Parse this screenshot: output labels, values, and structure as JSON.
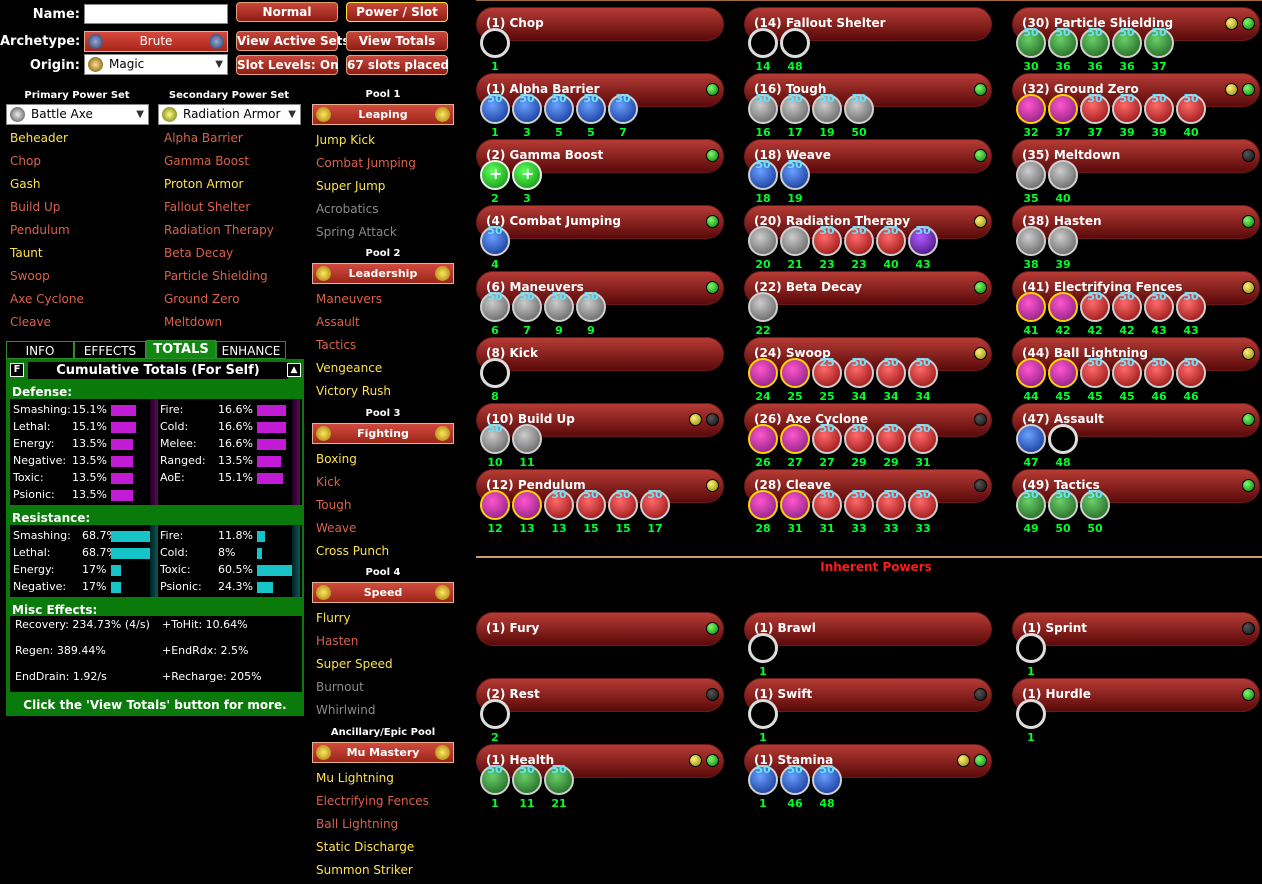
{
  "header": {
    "name_label": "Name:",
    "name_value": "",
    "archetype_label": "Archetype:",
    "archetype_value": "Brute",
    "origin_label": "Origin:",
    "origin_value": "Magic",
    "buttons": {
      "normal": "Normal",
      "power_slot": "Power / Slot",
      "view_active_sets": "View Active Sets",
      "view_totals": "View Totals",
      "slot_levels": "Slot Levels: On",
      "slots_placed": "67 slots placed"
    }
  },
  "powersets": {
    "primary_label": "Primary Power Set",
    "primary_value": "Battle Axe",
    "secondary_label": "Secondary Power Set",
    "secondary_value": "Radiation Armor",
    "primary_powers": [
      {
        "name": "Beheader",
        "state": "on"
      },
      {
        "name": "Chop",
        "state": "av"
      },
      {
        "name": "Gash",
        "state": "on"
      },
      {
        "name": "Build Up",
        "state": "av"
      },
      {
        "name": "Pendulum",
        "state": "av"
      },
      {
        "name": "Taunt",
        "state": "on"
      },
      {
        "name": "Swoop",
        "state": "av"
      },
      {
        "name": "Axe Cyclone",
        "state": "av"
      },
      {
        "name": "Cleave",
        "state": "av"
      }
    ],
    "secondary_powers": [
      {
        "name": "Alpha Barrier",
        "state": "av"
      },
      {
        "name": "Gamma Boost",
        "state": "av"
      },
      {
        "name": "Proton Armor",
        "state": "on"
      },
      {
        "name": "Fallout Shelter",
        "state": "av"
      },
      {
        "name": "Radiation Therapy",
        "state": "av"
      },
      {
        "name": "Beta Decay",
        "state": "av"
      },
      {
        "name": "Particle Shielding",
        "state": "av"
      },
      {
        "name": "Ground Zero",
        "state": "av"
      },
      {
        "name": "Meltdown",
        "state": "av"
      }
    ]
  },
  "pools": [
    {
      "title": "Pool 1",
      "name": "Leaping",
      "powers": [
        {
          "name": "Jump Kick",
          "state": "on"
        },
        {
          "name": "Combat Jumping",
          "state": "av"
        },
        {
          "name": "Super Jump",
          "state": "on"
        },
        {
          "name": "Acrobatics",
          "state": "na"
        },
        {
          "name": "Spring Attack",
          "state": "na"
        }
      ]
    },
    {
      "title": "Pool 2",
      "name": "Leadership",
      "powers": [
        {
          "name": "Maneuvers",
          "state": "av"
        },
        {
          "name": "Assault",
          "state": "av"
        },
        {
          "name": "Tactics",
          "state": "av"
        },
        {
          "name": "Vengeance",
          "state": "on"
        },
        {
          "name": "Victory Rush",
          "state": "on"
        }
      ]
    },
    {
      "title": "Pool 3",
      "name": "Fighting",
      "powers": [
        {
          "name": "Boxing",
          "state": "on"
        },
        {
          "name": "Kick",
          "state": "av"
        },
        {
          "name": "Tough",
          "state": "av"
        },
        {
          "name": "Weave",
          "state": "av"
        },
        {
          "name": "Cross Punch",
          "state": "on"
        }
      ]
    },
    {
      "title": "Pool 4",
      "name": "Speed",
      "powers": [
        {
          "name": "Flurry",
          "state": "on"
        },
        {
          "name": "Hasten",
          "state": "av"
        },
        {
          "name": "Super Speed",
          "state": "on"
        },
        {
          "name": "Burnout",
          "state": "na"
        },
        {
          "name": "Whirlwind",
          "state": "na"
        }
      ]
    },
    {
      "title": "Ancillary/Epic Pool",
      "name": "Mu Mastery",
      "powers": [
        {
          "name": "Mu Lightning",
          "state": "on"
        },
        {
          "name": "Electrifying Fences",
          "state": "av"
        },
        {
          "name": "Ball Lightning",
          "state": "av"
        },
        {
          "name": "Static Discharge",
          "state": "on"
        },
        {
          "name": "Summon Striker",
          "state": "on"
        }
      ]
    }
  ],
  "tabs": [
    "INFO",
    "EFFECTS",
    "TOTALS",
    "ENHANCE"
  ],
  "totals": {
    "f_label": "F",
    "title": "Cumulative Totals (For Self)",
    "defense_label": "Defense:",
    "defense_left": [
      {
        "label": "Smashing:",
        "value": "15.1%",
        "pct": 15.1
      },
      {
        "label": "Lethal:",
        "value": "15.1%",
        "pct": 15.1
      },
      {
        "label": "Energy:",
        "value": "13.5%",
        "pct": 13.5
      },
      {
        "label": "Negative:",
        "value": "13.5%",
        "pct": 13.5
      },
      {
        "label": "Toxic:",
        "value": "13.5%",
        "pct": 13.5
      },
      {
        "label": "Psionic:",
        "value": "13.5%",
        "pct": 13.5
      }
    ],
    "defense_right": [
      {
        "label": "Fire:",
        "value": "16.6%",
        "pct": 16.6
      },
      {
        "label": "Cold:",
        "value": "16.6%",
        "pct": 16.6
      },
      {
        "label": "Melee:",
        "value": "16.6%",
        "pct": 16.6
      },
      {
        "label": "Ranged:",
        "value": "13.5%",
        "pct": 13.5
      },
      {
        "label": "AoE:",
        "value": "15.1%",
        "pct": 15.1
      }
    ],
    "resistance_label": "Resistance:",
    "resistance_left": [
      {
        "label": "Smashing:",
        "value": "68.7%",
        "pct": 68.7
      },
      {
        "label": "Lethal:",
        "value": "68.7%",
        "pct": 68.7
      },
      {
        "label": "Energy:",
        "value": "17%",
        "pct": 17
      },
      {
        "label": "Negative:",
        "value": "17%",
        "pct": 17
      }
    ],
    "resistance_right": [
      {
        "label": "Fire:",
        "value": "11.8%",
        "pct": 11.8
      },
      {
        "label": "Cold:",
        "value": "8%",
        "pct": 8
      },
      {
        "label": "Toxic:",
        "value": "60.5%",
        "pct": 60.5
      },
      {
        "label": "Psionic:",
        "value": "24.3%",
        "pct": 24.3
      }
    ],
    "misc_label": "Misc Effects:",
    "misc": [
      {
        "label": "Recovery:",
        "value": "234.73% (4/s)"
      },
      {
        "label": "+ToHit:",
        "value": "10.64%"
      },
      {
        "label": "Regen:",
        "value": "389.44%"
      },
      {
        "label": "+EndRdx:",
        "value": "2.5%"
      },
      {
        "label": "EndDrain:",
        "value": "1.92/s"
      },
      {
        "label": "+Recharge:",
        "value": "205%"
      }
    ],
    "footer": "Click the 'View Totals' button for more."
  },
  "inherent_label": "Inherent Powers",
  "colors": {
    "defense_bar": "#c21bd6",
    "resist_bar": "#16c3c7",
    "panel": "#0a7a0a",
    "on": "#ffe24a",
    "av": "#d9624a",
    "na": "#8a8a8a"
  },
  "build": [
    {
      "label": "(1) Chop",
      "leds": [],
      "slots": [
        {
          "t": "empty",
          "lv": "1"
        }
      ]
    },
    {
      "label": "(1) Alpha Barrier",
      "leds": [
        "g"
      ],
      "slots": [
        {
          "t": "blue",
          "io": "50",
          "lv": "1"
        },
        {
          "t": "blue",
          "io": "50",
          "lv": "3"
        },
        {
          "t": "blue",
          "io": "50",
          "lv": "5"
        },
        {
          "t": "blue",
          "io": "50",
          "lv": "5"
        },
        {
          "t": "blue",
          "io": "30",
          "lv": "7"
        }
      ]
    },
    {
      "label": "(2) Gamma Boost",
      "leds": [
        "g"
      ],
      "slots": [
        {
          "t": "plus",
          "lv": "2"
        },
        {
          "t": "plus",
          "lv": "3"
        }
      ]
    },
    {
      "label": "(4) Combat Jumping",
      "leds": [
        "g"
      ],
      "slots": [
        {
          "t": "blue",
          "io": "50",
          "lv": "4"
        }
      ]
    },
    {
      "label": "(6) Maneuvers",
      "leds": [
        "g"
      ],
      "slots": [
        {
          "t": "gry",
          "io": "50",
          "lv": "6"
        },
        {
          "t": "gry",
          "io": "50",
          "lv": "7"
        },
        {
          "t": "gry",
          "io": "50",
          "lv": "9"
        },
        {
          "t": "gry",
          "io": "50",
          "lv": "9"
        }
      ]
    },
    {
      "label": "(8) Kick",
      "leds": [],
      "slots": [
        {
          "t": "empty",
          "lv": "8"
        }
      ]
    },
    {
      "label": "(10) Build Up",
      "leds": [
        "y",
        "k"
      ],
      "slots": [
        {
          "t": "gry",
          "io": "50",
          "lv": "10"
        },
        {
          "t": "gry",
          "lv": "11"
        }
      ]
    },
    {
      "label": "(12) Pendulum",
      "leds": [
        "y"
      ],
      "slots": [
        {
          "t": "gold",
          "lv": "12"
        },
        {
          "t": "gold",
          "lv": "13"
        },
        {
          "t": "red",
          "io": "30",
          "lv": "13"
        },
        {
          "t": "red",
          "io": "50",
          "lv": "15"
        },
        {
          "t": "red",
          "io": "50",
          "lv": "15"
        },
        {
          "t": "red",
          "io": "50",
          "lv": "17"
        }
      ]
    },
    {
      "label": "(14) Fallout Shelter",
      "leds": [],
      "slots": [
        {
          "t": "empty",
          "lv": "14"
        },
        {
          "t": "empty",
          "lv": "48"
        }
      ]
    },
    {
      "label": "(16) Tough",
      "leds": [
        "g"
      ],
      "slots": [
        {
          "t": "gry",
          "io": "50",
          "lv": "16"
        },
        {
          "t": "gry",
          "io": "50",
          "lv": "17"
        },
        {
          "t": "gry",
          "io": "50",
          "lv": "19"
        },
        {
          "t": "gry",
          "io": "50",
          "lv": "50"
        }
      ]
    },
    {
      "label": "(18) Weave",
      "leds": [
        "g"
      ],
      "slots": [
        {
          "t": "blue",
          "io": "50",
          "lv": "18"
        },
        {
          "t": "blue",
          "io": "50",
          "lv": "19"
        }
      ]
    },
    {
      "label": "(20) Radiation Therapy",
      "leds": [
        "y"
      ],
      "slots": [
        {
          "t": "gry",
          "lv": "20"
        },
        {
          "t": "gry",
          "lv": "21"
        },
        {
          "t": "red",
          "io": "30",
          "lv": "23"
        },
        {
          "t": "red",
          "io": "50",
          "lv": "23"
        },
        {
          "t": "red",
          "io": "50",
          "lv": "40"
        },
        {
          "t": "pur",
          "io": "50",
          "lv": "43"
        }
      ]
    },
    {
      "label": "(22) Beta Decay",
      "leds": [
        "g"
      ],
      "slots": [
        {
          "t": "gry",
          "lv": "22"
        }
      ]
    },
    {
      "label": "(24) Swoop",
      "leds": [
        "y"
      ],
      "slots": [
        {
          "t": "gold",
          "lv": "24"
        },
        {
          "t": "gold",
          "lv": "25"
        },
        {
          "t": "red",
          "io": "25",
          "lv": "25"
        },
        {
          "t": "red",
          "io": "50",
          "lv": "34"
        },
        {
          "t": "red",
          "io": "50",
          "lv": "34"
        },
        {
          "t": "red",
          "io": "50",
          "lv": "34"
        }
      ]
    },
    {
      "label": "(26) Axe Cyclone",
      "leds": [
        "k"
      ],
      "slots": [
        {
          "t": "gold",
          "lv": "26"
        },
        {
          "t": "gold",
          "lv": "27"
        },
        {
          "t": "red",
          "io": "50",
          "lv": "27"
        },
        {
          "t": "red",
          "io": "30",
          "lv": "29"
        },
        {
          "t": "red",
          "io": "50",
          "lv": "29"
        },
        {
          "t": "red",
          "io": "50",
          "lv": "31"
        }
      ]
    },
    {
      "label": "(28) Cleave",
      "leds": [
        "k"
      ],
      "slots": [
        {
          "t": "gold",
          "lv": "28"
        },
        {
          "t": "gold",
          "lv": "31"
        },
        {
          "t": "red",
          "io": "30",
          "lv": "31"
        },
        {
          "t": "red",
          "io": "50",
          "lv": "33"
        },
        {
          "t": "red",
          "io": "50",
          "lv": "33"
        },
        {
          "t": "red",
          "io": "50",
          "lv": "33"
        }
      ]
    },
    {
      "label": "(30) Particle Shielding",
      "leds": [
        "y",
        "g"
      ],
      "slots": [
        {
          "t": "grn",
          "io": "50",
          "lv": "30"
        },
        {
          "t": "grn",
          "io": "50",
          "lv": "36"
        },
        {
          "t": "grn",
          "io": "50",
          "lv": "36"
        },
        {
          "t": "grn",
          "io": "50",
          "lv": "36"
        },
        {
          "t": "grn",
          "io": "50",
          "lv": "37"
        }
      ]
    },
    {
      "label": "(32) Ground Zero",
      "leds": [
        "y",
        "g"
      ],
      "slots": [
        {
          "t": "gold",
          "lv": "32"
        },
        {
          "t": "gold",
          "lv": "37"
        },
        {
          "t": "red",
          "io": "30",
          "lv": "37"
        },
        {
          "t": "red",
          "io": "50",
          "lv": "39"
        },
        {
          "t": "red",
          "io": "50",
          "lv": "39"
        },
        {
          "t": "red",
          "io": "50",
          "lv": "40"
        }
      ]
    },
    {
      "label": "(35) Meltdown",
      "leds": [
        "k"
      ],
      "slots": [
        {
          "t": "gry",
          "lv": "35"
        },
        {
          "t": "gry",
          "lv": "40"
        }
      ]
    },
    {
      "label": "(38) Hasten",
      "leds": [
        "g"
      ],
      "slots": [
        {
          "t": "gry",
          "lv": "38"
        },
        {
          "t": "gry",
          "lv": "39"
        }
      ]
    },
    {
      "label": "(41) Electrifying Fences",
      "leds": [
        "y"
      ],
      "slots": [
        {
          "t": "gold",
          "lv": "41"
        },
        {
          "t": "gold",
          "lv": "42"
        },
        {
          "t": "red",
          "io": "50",
          "lv": "42"
        },
        {
          "t": "red",
          "io": "50",
          "lv": "42"
        },
        {
          "t": "red",
          "io": "50",
          "lv": "43"
        },
        {
          "t": "red",
          "io": "50",
          "lv": "43"
        }
      ]
    },
    {
      "label": "(44) Ball Lightning",
      "leds": [
        "y"
      ],
      "slots": [
        {
          "t": "gold",
          "lv": "44"
        },
        {
          "t": "gold",
          "lv": "45"
        },
        {
          "t": "red",
          "io": "50",
          "lv": "45"
        },
        {
          "t": "red",
          "io": "50",
          "lv": "45"
        },
        {
          "t": "red",
          "io": "50",
          "lv": "46"
        },
        {
          "t": "red",
          "io": "50",
          "lv": "46"
        }
      ]
    },
    {
      "label": "(47) Assault",
      "leds": [
        "g"
      ],
      "slots": [
        {
          "t": "blue",
          "lv": "47"
        },
        {
          "t": "empty",
          "lv": "48"
        }
      ]
    },
    {
      "label": "(49) Tactics",
      "leds": [
        "g"
      ],
      "slots": [
        {
          "t": "grn",
          "io": "50",
          "lv": "49"
        },
        {
          "t": "grn",
          "io": "50",
          "lv": "50"
        },
        {
          "t": "grn",
          "io": "50",
          "lv": "50"
        }
      ]
    }
  ],
  "inherent": [
    {
      "label": "(1) Fury",
      "leds": [
        "g"
      ],
      "slots": []
    },
    {
      "label": "(2) Rest",
      "leds": [
        "k"
      ],
      "slots": [
        {
          "t": "empty",
          "lv": "2"
        }
      ]
    },
    {
      "label": "(1) Health",
      "leds": [
        "y",
        "g"
      ],
      "slots": [
        {
          "t": "grn",
          "io": "50",
          "lv": "1"
        },
        {
          "t": "grn",
          "io": "50",
          "lv": "11"
        },
        {
          "t": "grn",
          "io": "50",
          "lv": "21"
        }
      ]
    },
    {
      "label": "(1) Brawl",
      "leds": [],
      "slots": [
        {
          "t": "empty",
          "lv": "1"
        }
      ]
    },
    {
      "label": "(1) Swift",
      "leds": [
        "k"
      ],
      "slots": [
        {
          "t": "empty",
          "lv": "1"
        }
      ]
    },
    {
      "label": "(1) Stamina",
      "leds": [
        "y",
        "g"
      ],
      "slots": [
        {
          "t": "blue",
          "io": "50",
          "lv": "1"
        },
        {
          "t": "blue",
          "io": "50",
          "lv": "46"
        },
        {
          "t": "blue",
          "io": "50",
          "lv": "48"
        }
      ]
    },
    {
      "label": "(1) Sprint",
      "leds": [
        "k"
      ],
      "slots": [
        {
          "t": "empty",
          "lv": "1"
        }
      ]
    },
    {
      "label": "(1) Hurdle",
      "leds": [
        "g"
      ],
      "slots": [
        {
          "t": "empty",
          "lv": "1"
        }
      ]
    }
  ]
}
